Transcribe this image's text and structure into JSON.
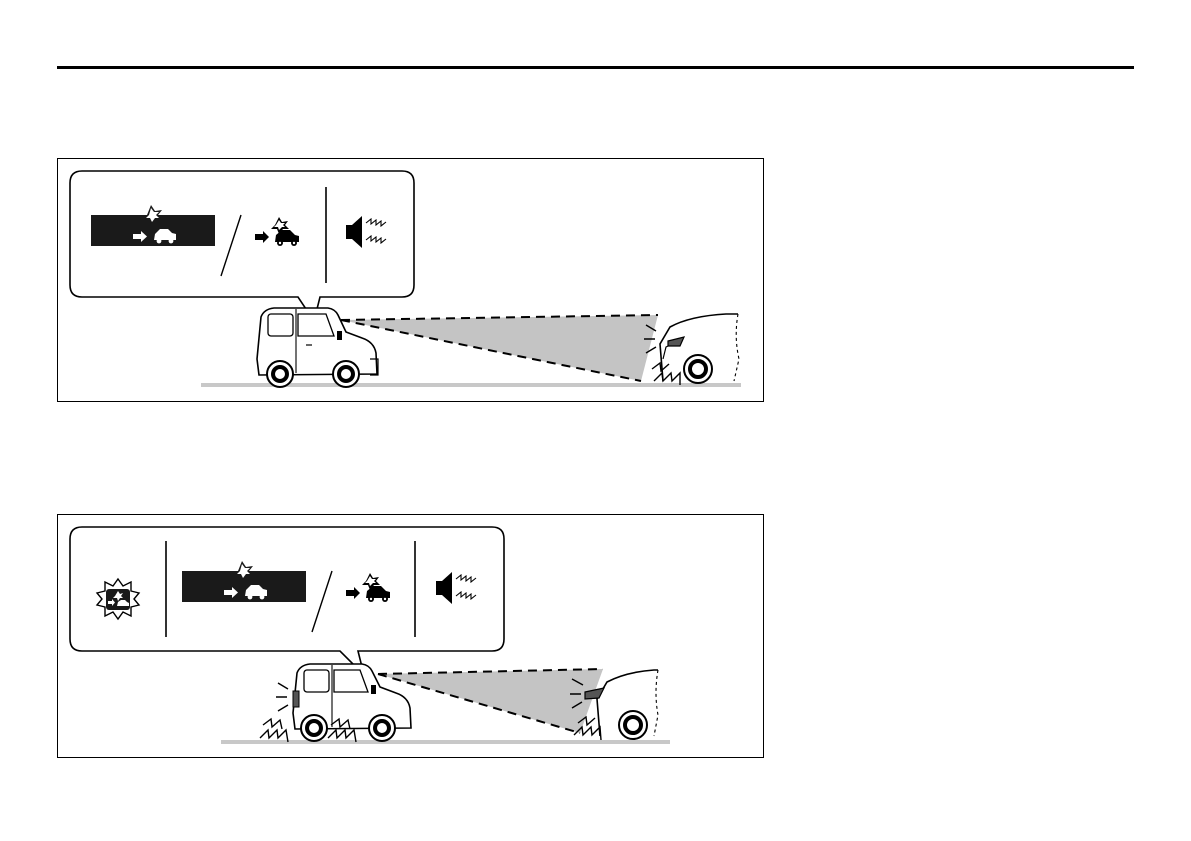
{
  "page": {
    "footer_text": ""
  },
  "figures": [
    {
      "id": "figure-1",
      "callout_icons": [
        "collision-warning-indicator-bar-icon",
        "collision-warning-indicator-icon",
        "warning-buzzer-icon"
      ],
      "scene": [
        "own-vehicle",
        "detection-zone",
        "vehicle-ahead"
      ]
    },
    {
      "id": "figure-2",
      "callout_icons": [
        "brake-warning-burst-icon",
        "collision-warning-indicator-bar-icon",
        "collision-warning-indicator-icon",
        "warning-buzzer-icon"
      ],
      "scene": [
        "own-vehicle-braking",
        "detection-zone",
        "vehicle-ahead"
      ]
    }
  ],
  "colors": {
    "line": "#000000",
    "zone": "#c4c4c4",
    "ground": "#c8c8c8",
    "indicator_bar": "#1a1a1a"
  }
}
